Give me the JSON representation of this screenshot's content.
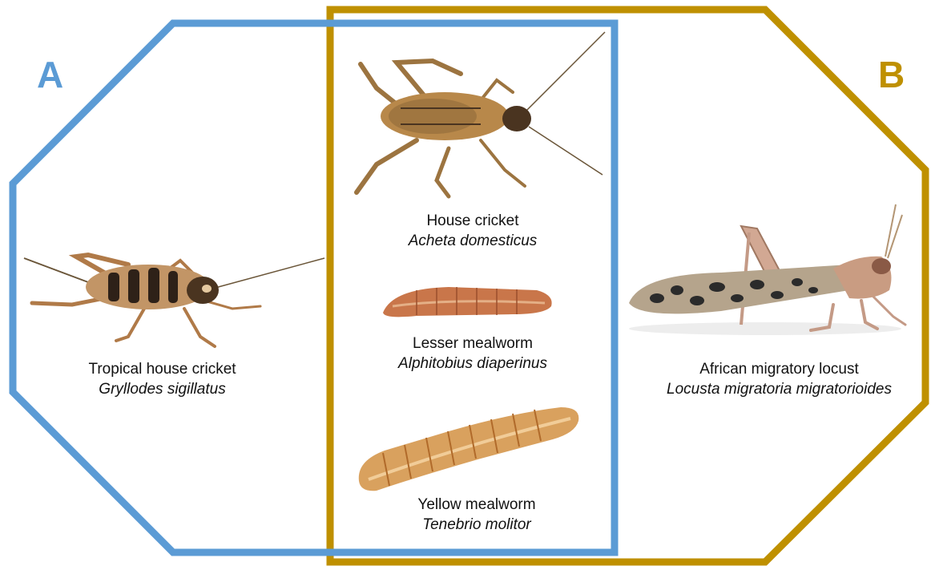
{
  "colors": {
    "group_a": "#5b9bd5",
    "group_b": "#bf9000",
    "cricket_body": "#b8884a",
    "cricket_dark": "#4a3420",
    "mealworm": "#d9a15e",
    "lesser_mealworm": "#c9764a",
    "locust_wing": "#b5a48c",
    "locust_body": "#c99c82"
  },
  "groups": {
    "a": {
      "label": "A"
    },
    "b": {
      "label": "B"
    }
  },
  "species": {
    "house_cricket": {
      "common": "House cricket",
      "scientific": "Acheta domesticus"
    },
    "lesser_mealworm": {
      "common": "Lesser mealworm",
      "scientific": "Alphitobius diaperinus"
    },
    "yellow_mealworm": {
      "common": "Yellow mealworm",
      "scientific": "Tenebrio molitor"
    },
    "tropical_cricket": {
      "common": "Tropical house cricket",
      "scientific": "Gryllodes sigillatus"
    },
    "locust": {
      "common": "African migratory locust",
      "scientific": "Locusta migratoria migratorioides"
    }
  }
}
